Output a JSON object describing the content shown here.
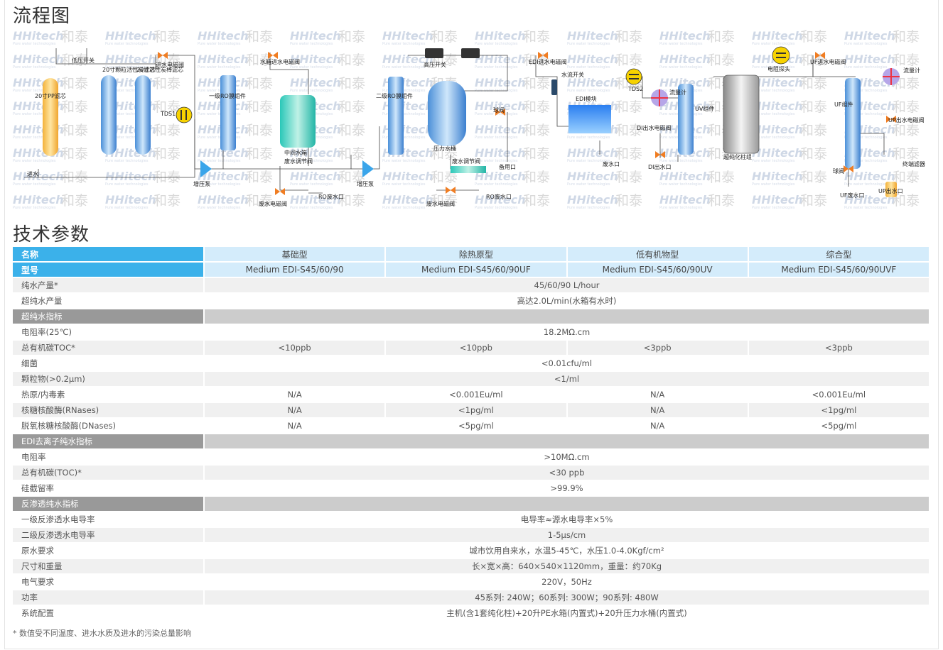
{
  "section_flow": "流程图",
  "section_spec": "技术参数",
  "watermark": {
    "brand": "HHitech",
    "cn": "和泰",
    "sub": "Pure water technologies"
  },
  "flow_labels": {
    "low_pressure_switch": "低压开关",
    "inlet_valve": "进水电磁阀",
    "pp_filter": "20寸PP滤芯",
    "gac_filter": "20寸颗粒活性炭滤芯",
    "cto_filter": "20寸活性炭棒滤芯",
    "inlet": "进水",
    "tds1": "TDS1",
    "boost_pump_1": "增压泵",
    "ro1": "一级RO膜组件",
    "tank_inlet_valve": "水箱进水电磁阀",
    "mid_tank": "中间水箱",
    "waste_reg_1": "废水调节阀",
    "waste_valve_1": "废水电磁阀",
    "ro_waste_1": "RO废水口",
    "boost_pump_2": "增压泵",
    "ro2": "二级RO膜组件",
    "hp_switch": "高压开关",
    "pressure_tank": "压力水桶",
    "ball_valve": "球阀",
    "waste_reg_2": "废水调节阀",
    "waste_valve_2": "废水电磁阀",
    "ro_waste_2": "RO废水口",
    "backup_outlet": "备用口",
    "edi_inlet_valve": "EDI进水电磁阀",
    "flow_switch": "水流开关",
    "edi_module": "EDI模块",
    "waste_outlet": "废水口",
    "tds2": "TDS2",
    "flowmeter": "流量计",
    "di_outlet_valve": "DI出水电磁阀",
    "di_outlet": "DI出水口",
    "uv_module": "UV组件",
    "polish_column": "超纯化柱组",
    "resistivity_probe": "电阻探头",
    "uf_inlet_valve": "UF进水电磁阀",
    "uf_module": "UF组件",
    "flowmeter2": "流量计",
    "up_outlet_valve": "UP出水电磁阀",
    "ball_valve2": "球阀",
    "uf_waste": "UF废水口",
    "terminal_filter": "终端滤器",
    "up_outlet": "UP出水口"
  },
  "table": {
    "header_rows": [
      {
        "label": "名称",
        "cols": [
          "基础型",
          "除热原型",
          "低有机物型",
          "综合型"
        ]
      },
      {
        "label": "型号",
        "cols": [
          "Medium EDI-S45/60/90",
          "Medium EDI-S45/60/90UF",
          "Medium EDI-S45/60/90UV",
          "Medium EDI-S45/60/90UVF"
        ]
      }
    ],
    "rows": [
      {
        "type": "span",
        "label": "纯水产量*",
        "value": "45/60/90 L/hour"
      },
      {
        "type": "span",
        "label": "超纯水产量",
        "value": "高达2.0L/min(水箱有水时)"
      },
      {
        "type": "section",
        "label": "超纯水指标"
      },
      {
        "type": "span",
        "label": "电阻率(25℃)",
        "value": "18.2MΩ.cm"
      },
      {
        "type": "cols",
        "label": "总有机碳TOC*",
        "values": [
          "<10ppb",
          "<10ppb",
          "<3ppb",
          "<3ppb"
        ]
      },
      {
        "type": "span",
        "label": "细菌",
        "value": "<0.01cfu/ml"
      },
      {
        "type": "span",
        "label": "颗粒物(>0.2μm)",
        "value": "<1/ml"
      },
      {
        "type": "cols",
        "label": "热原/内毒素",
        "values": [
          "N/A",
          "<0.001Eu/ml",
          "N/A",
          "<0.001Eu/ml"
        ]
      },
      {
        "type": "cols",
        "label": "核糖核酸酶(RNases)",
        "values": [
          "N/A",
          "<1pg/ml",
          "N/A",
          "<1pg/ml"
        ]
      },
      {
        "type": "cols",
        "label": "脱氧核糖核酸酶(DNases)",
        "values": [
          "N/A",
          "<5pg/ml",
          "N/A",
          "<5pg/ml"
        ]
      },
      {
        "type": "section",
        "label": "EDI去离子纯水指标"
      },
      {
        "type": "span",
        "label": "电阻率",
        "value": ">10MΩ.cm"
      },
      {
        "type": "span",
        "label": "总有机碳(TOC)*",
        "value": "<30 ppb"
      },
      {
        "type": "span",
        "label": "硅截留率",
        "value": ">99.9%"
      },
      {
        "type": "section",
        "label": "反渗透纯水指标"
      },
      {
        "type": "span",
        "label": "一级反渗透水电导率",
        "value": "电导率≈源水电导率×5%"
      },
      {
        "type": "span",
        "label": "二级反渗透水电导率",
        "value": "1-5μs/cm"
      },
      {
        "type": "span",
        "label": "原水要求",
        "value": "城市饮用自来水，水温5-45℃，水压1.0-4.0Kgf/cm²"
      },
      {
        "type": "span",
        "label": "尺寸和重量",
        "value": "长×宽×高：640×540×1120mm，重量：约70Kg"
      },
      {
        "type": "span",
        "label": "电气要求",
        "value": "220V，50Hz"
      },
      {
        "type": "span",
        "label": "功率",
        "value": "45系列: 240W；60系列: 300W；90系列: 480W"
      },
      {
        "type": "span",
        "label": "系统配置",
        "value": "主机(含1套纯化柱)+20升PE水箱(内置式)+20升压力水桶(内置式)"
      }
    ]
  },
  "footnote": "* 数值受不同温度、进水水质及进水的污染总量影响",
  "colors": {
    "header_blue": "#3bb1ea",
    "header_light": "#d4ecfb",
    "section_gray": "#999999",
    "row_gray": "#f0f0f0"
  }
}
